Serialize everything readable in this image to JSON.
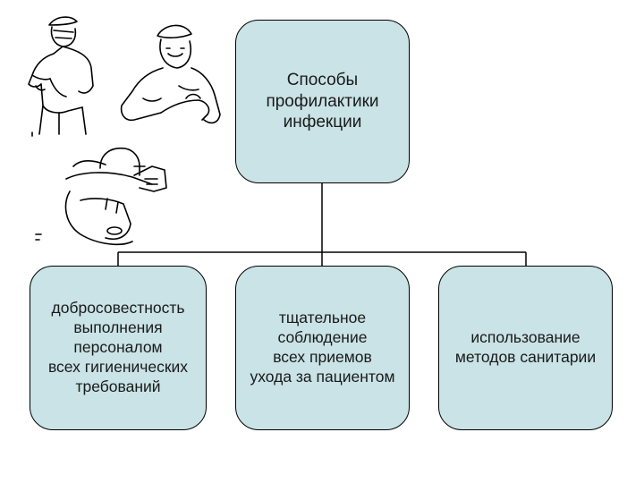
{
  "diagram": {
    "root": {
      "label": "Способы\nпрофилактики\nинфекции"
    },
    "children": [
      {
        "label": "добросовестность\nвыполнения\nперсоналом\nвсех гигиенических\nтребований"
      },
      {
        "label": "тщательное\nсоблюдение\nвсех приемов\nухода за пациентом"
      },
      {
        "label": "использование\nметодов санитарии"
      }
    ]
  },
  "colors": {
    "box_fill": "#c9e3e6",
    "stroke": "#000000",
    "text": "#1a1a1a"
  },
  "illustration": {
    "icon": "medical-staff-handwashing-sketch"
  }
}
